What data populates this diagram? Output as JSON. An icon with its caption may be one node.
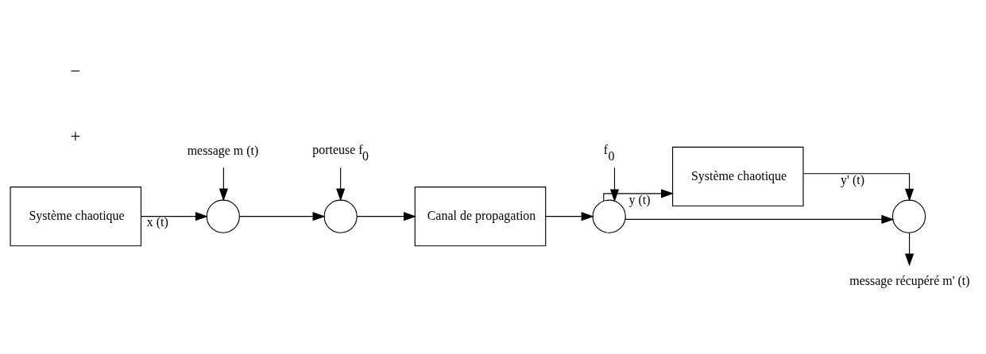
{
  "diagram": {
    "nodes": [
      {
        "text": [
          "Système chaotique"
        ]
      },
      {
        "text": [],
        "shape": "circle"
      },
      {
        "text": [
          "message m (t)"
        ]
      },
      {
        "text": [],
        "shape": "circle"
      },
      {
        "text": [
          "porteuse f$_{0}$"
        ]
      },
      {
        "text": [
          "Canal de propagation"
        ]
      },
      {
        "text": [],
        "shape": "circle"
      },
      {
        "text": [
          "f$_{0}$"
        ]
      },
      {
        "text": [
          "Système chaotique"
        ]
      },
      {
        "text": [],
        "shape": "circle"
      },
      {
        "text": [
          "message récupéré m' (t)"
        ]
      }
    ],
    "edges": [
      {
        "from": 0,
        "to": 1,
        "arrow": "to",
        "label": "x (t)"
      },
      {
        "from": 2,
        "to": 1,
        "arrow": "to"
      },
      {
        "from": 1,
        "to": 3,
        "arrow": "to"
      },
      {
        "from": 4,
        "to": 3,
        "arrow": "to"
      },
      {
        "from": 3,
        "to": 5,
        "arrow": "to"
      },
      {
        "from": 5,
        "to": 6,
        "arrow": "to"
      },
      {
        "from": 7,
        "to": 6,
        "arrow": "to"
      },
      {
        "from": 6,
        "to": 8,
        "arrow": "to",
        "label": "y (t)"
      },
      {
        "from": 6,
        "to": 9,
        "arrow": "to"
      },
      {
        "from": 8,
        "to": 9,
        "arrow": "to",
        "label": "y' (t)"
      },
      {
        "from": 9,
        "to": 10,
        "arrow": "to"
      }
    ],
    "labels": [
      "+",
      "−"
    ]
  }
}
